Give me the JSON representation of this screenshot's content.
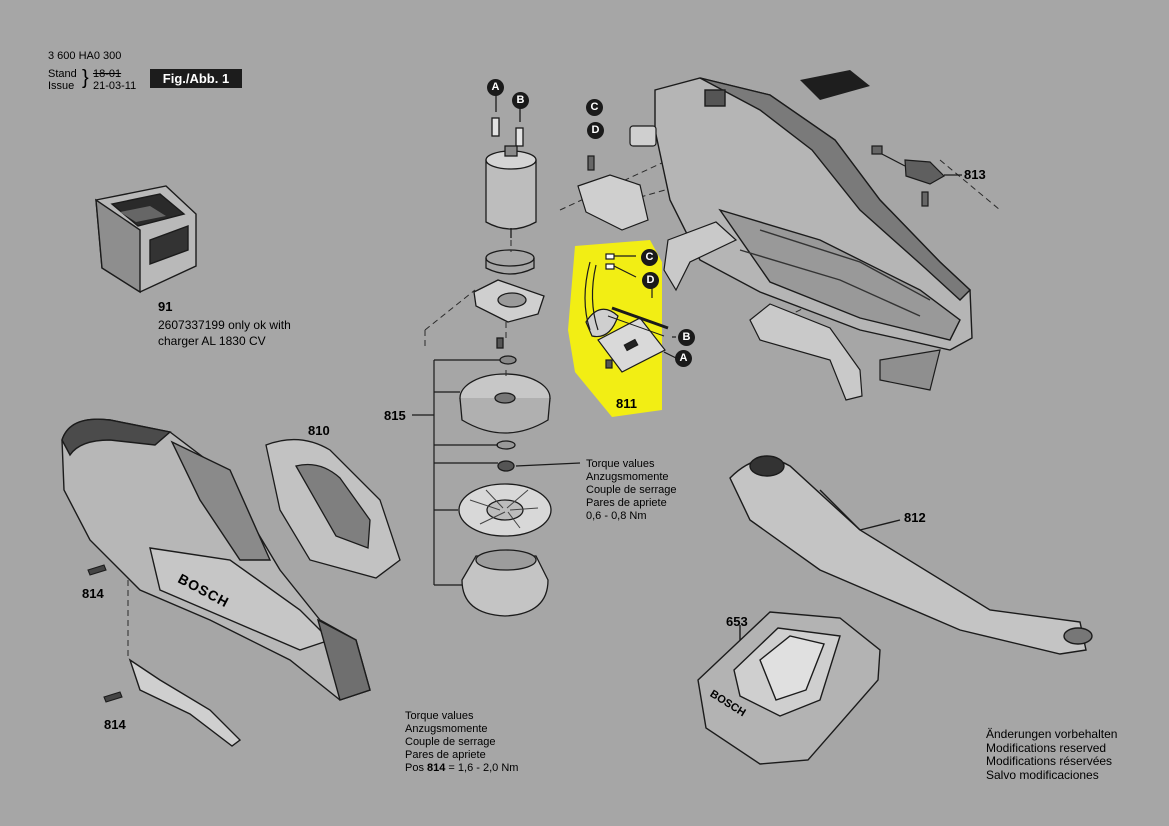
{
  "header": {
    "doc_number": "3 600 HA0 300",
    "stand_label": "Stand",
    "issue_label": "Issue",
    "stand_date_struck": "18-01",
    "issue_date": "21-03-11",
    "figure_label": "Fig./Abb. 1"
  },
  "colors": {
    "background": "#a6a6a6",
    "highlight": "#f2ee14",
    "badge": "#1a1a1a"
  },
  "parts": {
    "p91": {
      "number": "91",
      "note_line1": "2607337199 only ok with",
      "note_line2": "charger AL 1830 CV"
    },
    "p810": "810",
    "p811": "811",
    "p812": "812",
    "p813": "813",
    "p814_a": "814",
    "p814_b": "814",
    "p815": "815",
    "p653": "653"
  },
  "connectors": {
    "a1": "A",
    "b1": "B",
    "c1": "C",
    "d1": "D",
    "c2": "C",
    "d2": "D",
    "b2": "B",
    "a2": "A"
  },
  "torque_fan": {
    "line1": "Torque values",
    "line2": "Anzugsmomente",
    "line3": "Couple de serrage",
    "line4": "Pares de apriete",
    "line5": "0,6 - 0,8 Nm"
  },
  "torque_screw": {
    "line1": "Torque values",
    "line2": "Anzugsmomente",
    "line3": "Couple de serrage",
    "line4": "Pares de apriete",
    "line5_prefix": "Pos ",
    "line5_pos": "814",
    "line5_suffix": " = 1,6 - 2,0 Nm"
  },
  "housing_brand": "BOSCH",
  "charger_brand": "BOSCH",
  "footer": {
    "line1": "Änderungen vorbehalten",
    "line2": "Modifications reserved",
    "line3": "Modifications réservées",
    "line4": "Salvo modificaciones"
  }
}
